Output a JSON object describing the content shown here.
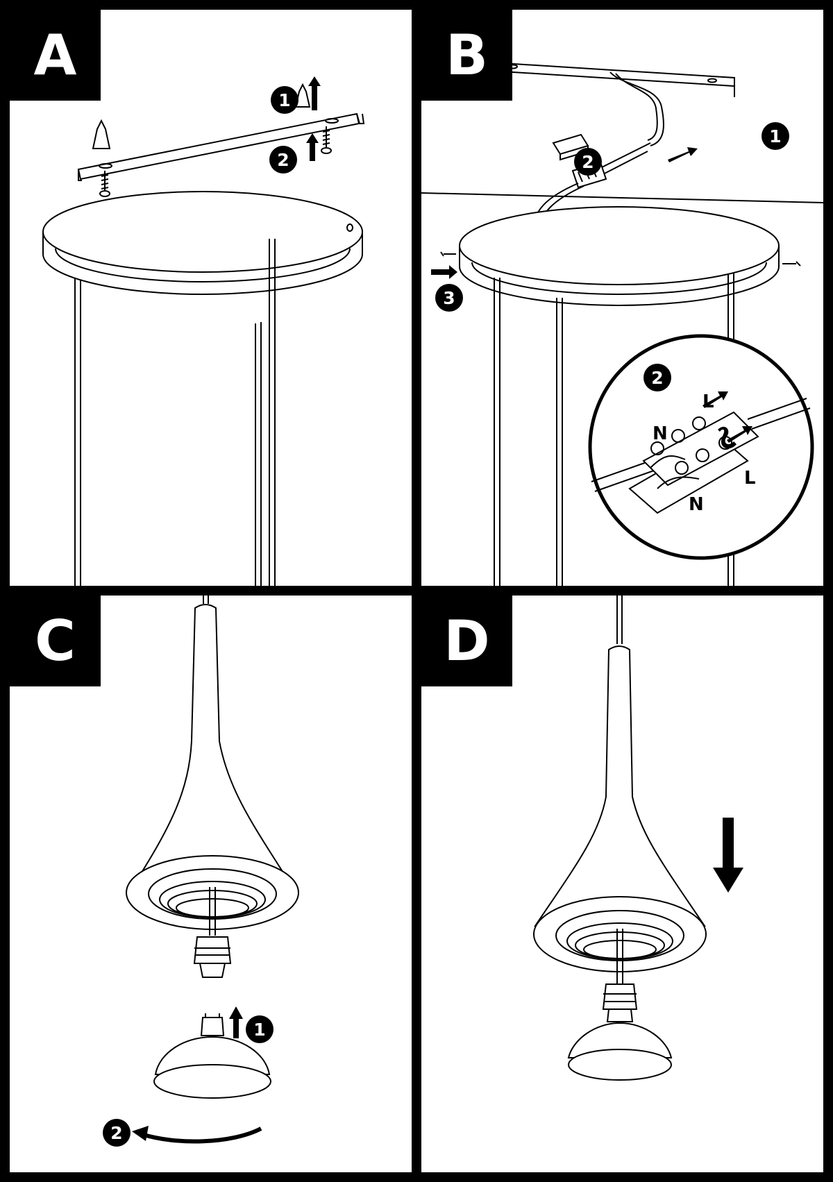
{
  "steps": [
    {
      "letter": "A",
      "markers": [
        "1",
        "2"
      ]
    },
    {
      "letter": "B",
      "markers": [
        "1",
        "2",
        "3",
        "2"
      ],
      "wire_labels": [
        "L",
        "N",
        "L",
        "N"
      ]
    },
    {
      "letter": "C",
      "markers": [
        "1",
        "2"
      ]
    },
    {
      "letter": "D",
      "markers": []
    }
  ],
  "colors": {
    "ink": "#000000",
    "paper": "#ffffff"
  }
}
